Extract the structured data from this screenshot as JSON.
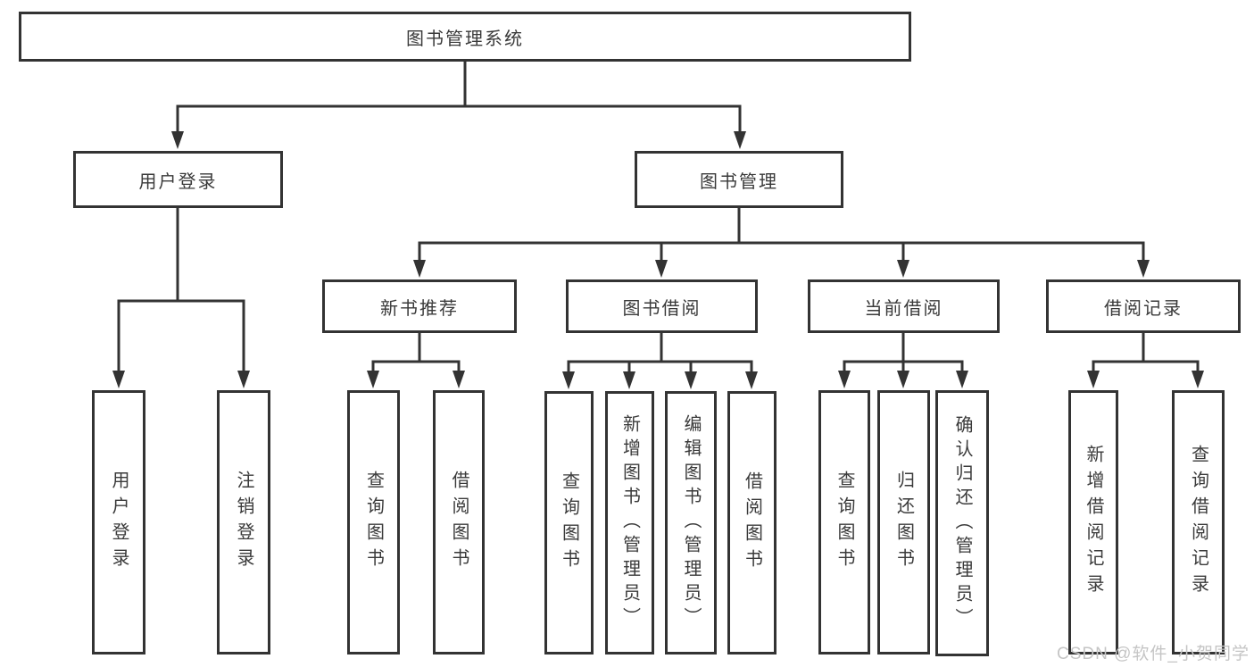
{
  "diagram_title": "图书管理系统",
  "tree": {
    "root": {
      "label": "图书管理系统"
    },
    "children": [
      {
        "label": "用户登录",
        "children": [
          {
            "label": "用户登录"
          },
          {
            "label": "注销登录"
          }
        ]
      },
      {
        "label": "图书管理",
        "children": [
          {
            "label": "新书推荐",
            "children": [
              {
                "label": "查询图书"
              },
              {
                "label": "借阅图书"
              }
            ]
          },
          {
            "label": "图书借阅",
            "children": [
              {
                "label": "查询图书"
              },
              {
                "label": "新增图书（管理员）"
              },
              {
                "label": "编辑图书（管理员）"
              },
              {
                "label": "借阅图书"
              }
            ]
          },
          {
            "label": "当前借阅",
            "children": [
              {
                "label": "查询图书"
              },
              {
                "label": "归还图书"
              },
              {
                "label": "确认归还（管理员）"
              }
            ]
          },
          {
            "label": "借阅记录",
            "children": [
              {
                "label": "新增借阅记录"
              },
              {
                "label": "查询借阅记录"
              }
            ]
          }
        ]
      }
    ]
  },
  "watermark": {
    "text": "CSDN @软件_小贺同学"
  },
  "colors": {
    "line": "#333333",
    "box_border": "#333333",
    "text": "#3a3a3a",
    "watermark": "#c5c5c5",
    "background": "#ffffff"
  }
}
